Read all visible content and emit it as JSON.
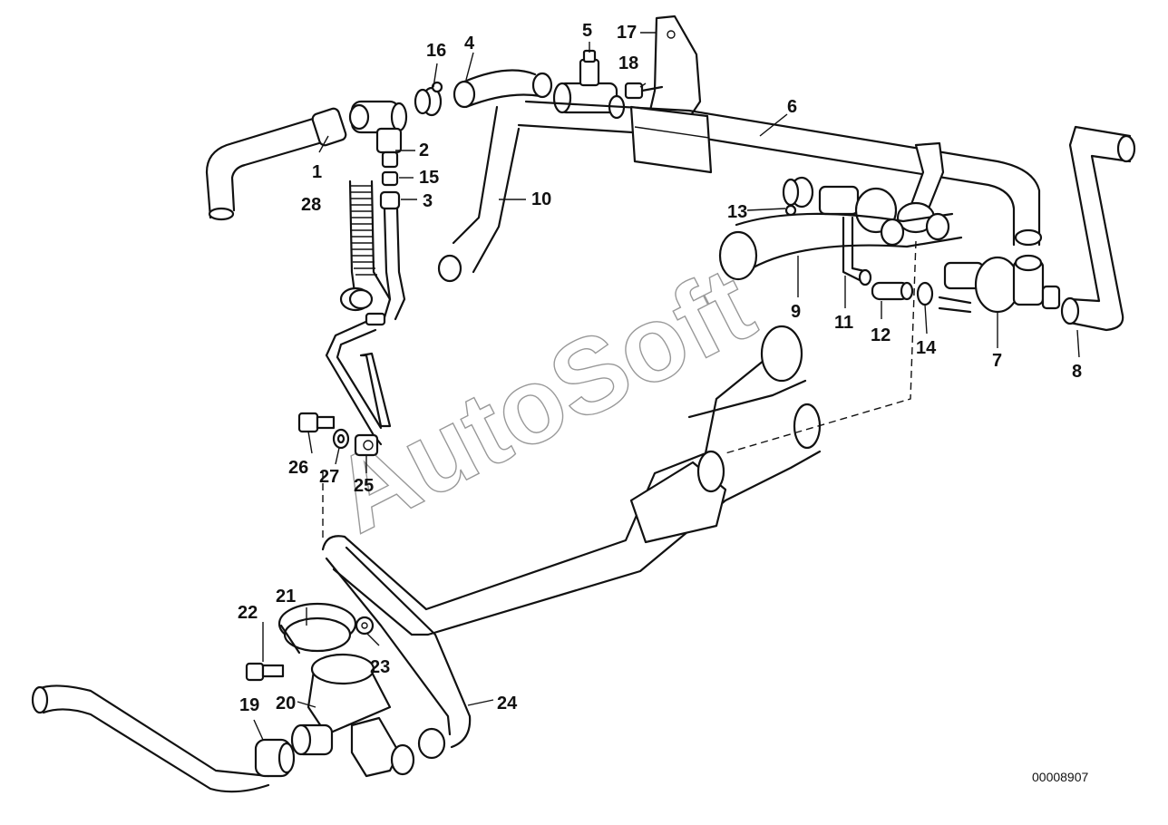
{
  "watermark": "AutoSoft",
  "reference_number": "00008907",
  "callouts": [
    "1",
    "2",
    "3",
    "4",
    "5",
    "6",
    "7",
    "8",
    "9",
    "10",
    "11",
    "12",
    "13",
    "14",
    "15",
    "16",
    "17",
    "18",
    "19",
    "20",
    "21",
    "22",
    "23",
    "24",
    "25",
    "26",
    "27",
    "28"
  ]
}
